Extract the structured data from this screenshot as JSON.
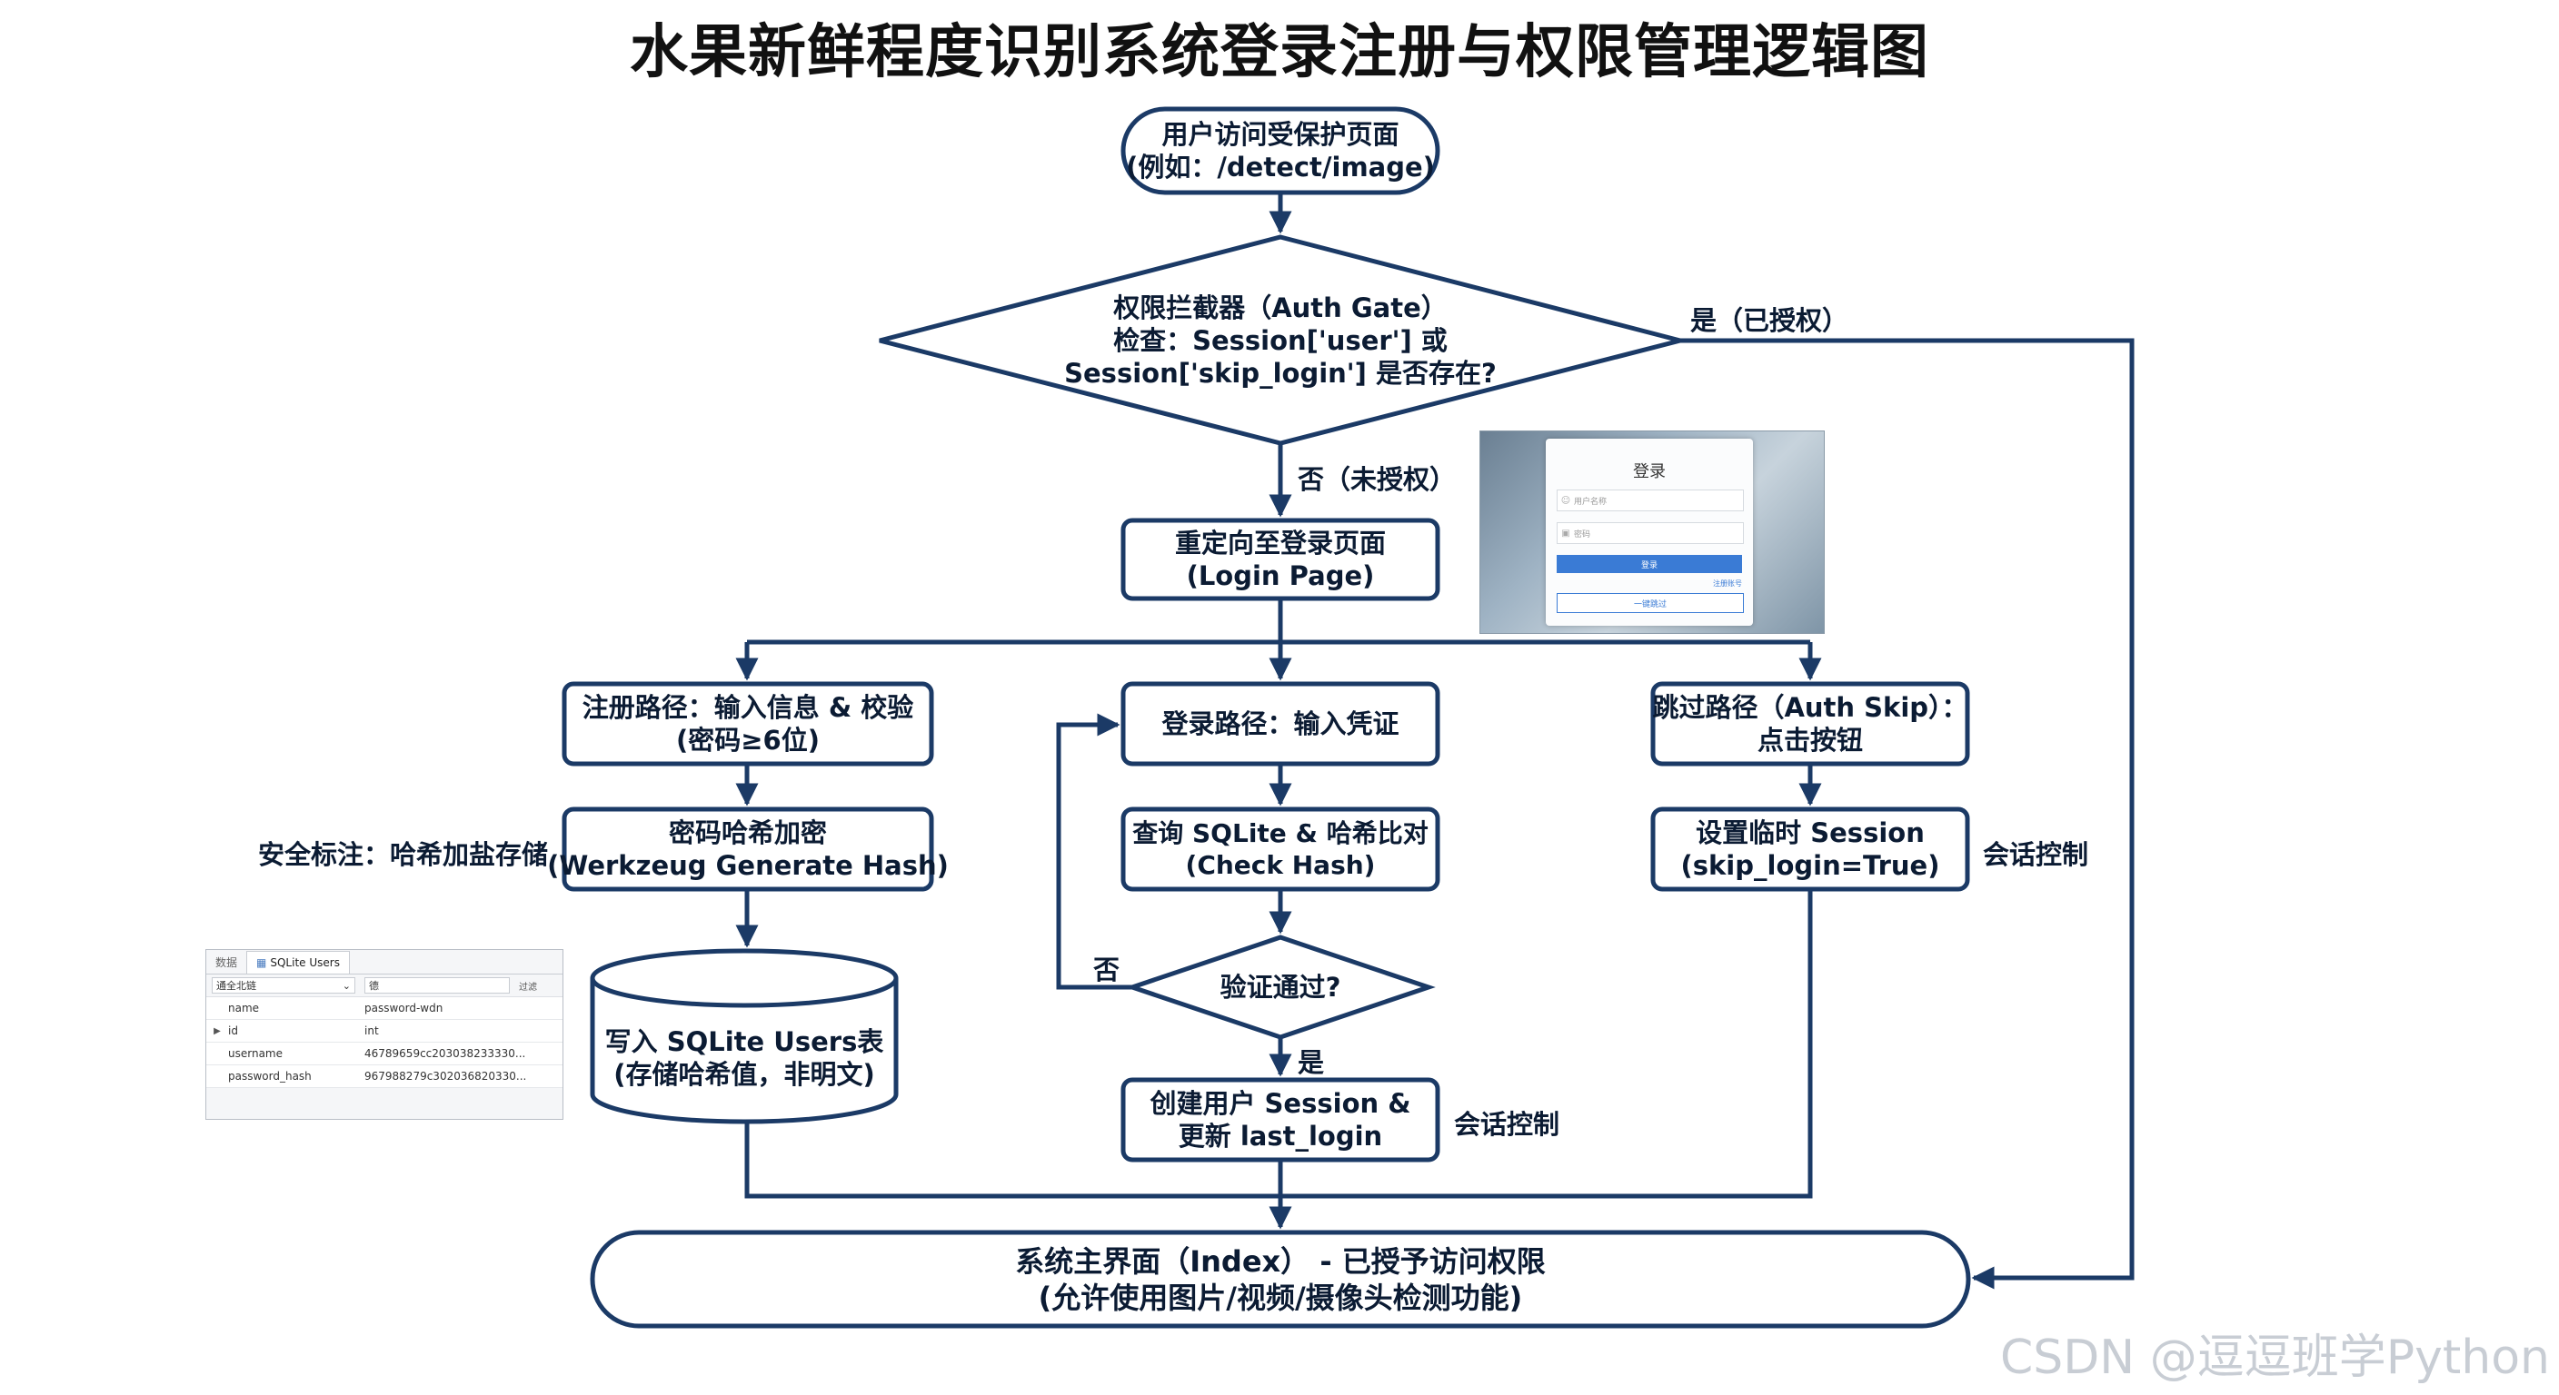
{
  "title": "水果新鲜程度识别系统登录注册与权限管理逻辑图",
  "nodes": {
    "start": [
      "用户访问受保护页面",
      "(例如：/detect/image)"
    ],
    "gate": [
      "权限拦截器（Auth Gate）",
      "检查：Session['user'] 或",
      "Session['skip_login'] 是否存在?"
    ],
    "redirect": [
      "重定向至登录页面",
      "(Login Page)"
    ],
    "register": [
      "注册路径：输入信息 & 校验",
      "(密码≥6位)"
    ],
    "login": [
      "登录路径：输入凭证"
    ],
    "skip": [
      "跳过路径（Auth Skip）：",
      "点击按钮"
    ],
    "hash": [
      "密码哈希加密",
      "(Werkzeug Generate Hash)"
    ],
    "check": [
      "查询 SQLite & 哈希比对",
      "(Check Hash)"
    ],
    "temp_session": [
      "设置临时 Session",
      "(skip_login=True)"
    ],
    "write_db": [
      "写入 SQLite Users表",
      "(存储哈希值，非明文)"
    ],
    "verify": [
      "验证通过?"
    ],
    "create_session": [
      "创建用户 Session &",
      "更新 last_login"
    ],
    "main": [
      "系统主界面（Index） - 已授予访问权限",
      "(允许使用图片/视频/摄像头检测功能)"
    ]
  },
  "edge_labels": {
    "gate_yes": "是（已授权）",
    "gate_no": "否（未授权）",
    "verify_no": "否",
    "verify_yes": "是"
  },
  "annotations": {
    "security": "安全标注：哈希加盐存储",
    "session_control_right": "会话控制",
    "session_control_mid": "会话控制"
  },
  "login_mockup": {
    "title": "登录",
    "username_placeholder": "用户名称",
    "password_placeholder": "密码",
    "login_button": "登录",
    "register_link": "注册账号",
    "skip_button": "一键跳过"
  },
  "db_mockup": {
    "tab_data": "数据",
    "tab_table": "SQLite Users",
    "select_value": "通全北链",
    "filter_value": "德",
    "filter_button": "过滤",
    "rows": [
      {
        "col1": "name",
        "col2": "password-wdn"
      },
      {
        "col1": "id",
        "col2": "int"
      },
      {
        "col1": "username",
        "col2": "46789659cc203038233330..."
      },
      {
        "col1": "password_hash",
        "col2": "967988279c302036820330..."
      }
    ]
  },
  "watermark": "CSDN @逗逗班学Python",
  "colors": {
    "stroke": "#1b3a66",
    "text": "#0b1b33"
  }
}
